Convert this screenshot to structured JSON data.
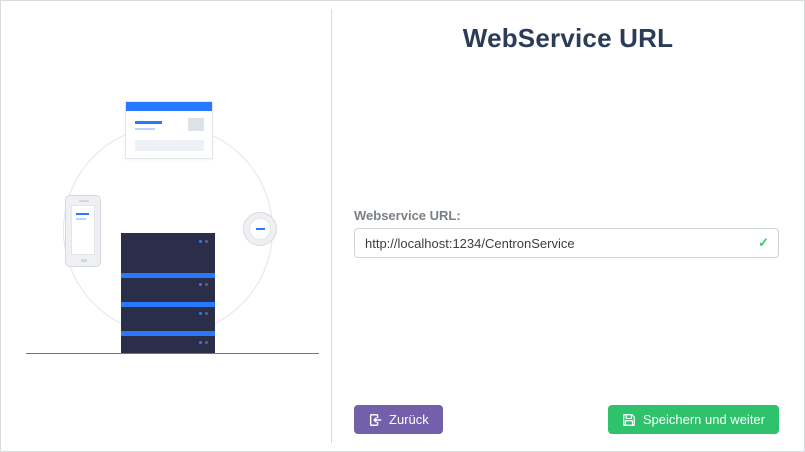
{
  "header": {
    "title": "WebService URL"
  },
  "form": {
    "label": "Webservice URL:",
    "value": "http://localhost:1234/CentronService",
    "valid_icon": "✓"
  },
  "buttons": {
    "back": {
      "label": "Zurück",
      "icon": "exit-icon"
    },
    "save": {
      "label": "Speichern und weiter",
      "icon": "save-icon"
    }
  },
  "colors": {
    "title_navy": "#2b3c56",
    "accent_blue": "#2979ff",
    "button_purple": "#7460aa",
    "button_green": "#2dc26b",
    "valid_green": "#2ecc71",
    "server_navy": "#2b2e48"
  }
}
